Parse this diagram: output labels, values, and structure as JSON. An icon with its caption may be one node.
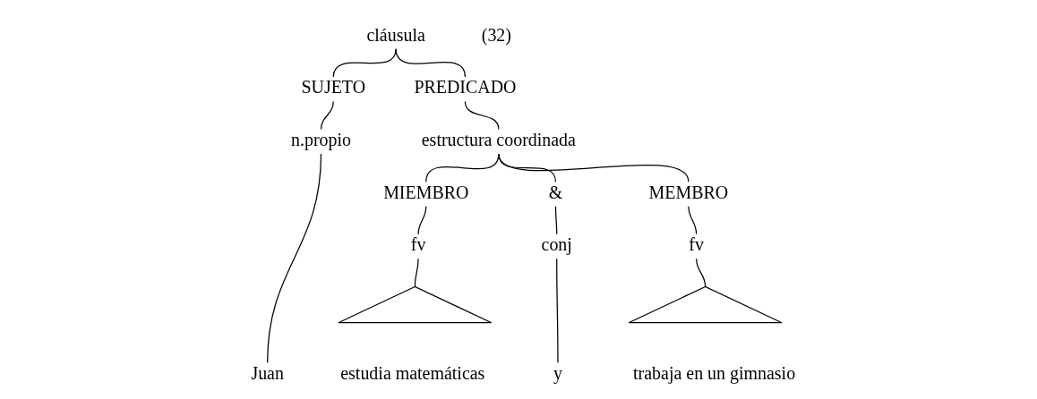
{
  "diagram": {
    "nodes": [
      {
        "text": [
          "cláusula"
        ]
      },
      {
        "text": [
          "SUJETO"
        ]
      },
      {
        "text": [
          "PREDICADO"
        ]
      },
      {
        "text": [
          "n.propio"
        ]
      },
      {
        "text": [
          "estructura coordinada"
        ]
      },
      {
        "text": [
          "MIEMBRO"
        ]
      },
      {
        "text": [
          "&"
        ]
      },
      {
        "text": [
          "MEMBRO"
        ]
      },
      {
        "text": [
          "fv"
        ]
      },
      {
        "text": [
          "conj"
        ]
      },
      {
        "text": [
          "fv"
        ]
      },
      {
        "text": [],
        "shape": "triangle"
      },
      {
        "text": [],
        "shape": "triangle"
      },
      {
        "text": [
          "Juan"
        ]
      },
      {
        "text": [
          "estudia matemáticas"
        ]
      },
      {
        "text": [
          "y"
        ]
      },
      {
        "text": [
          "trabaja en un gimnasio"
        ]
      }
    ],
    "edges": [
      {
        "from": 0,
        "to": 1,
        "arrow": "none"
      },
      {
        "from": 0,
        "to": 2,
        "arrow": "none"
      },
      {
        "from": 1,
        "to": 3,
        "arrow": "none"
      },
      {
        "from": 2,
        "to": 4,
        "arrow": "none"
      },
      {
        "from": 3,
        "to": 13,
        "arrow": "none"
      },
      {
        "from": 4,
        "to": 5,
        "arrow": "none"
      },
      {
        "from": 4,
        "to": 6,
        "arrow": "none"
      },
      {
        "from": 4,
        "to": 7,
        "arrow": "none"
      },
      {
        "from": 5,
        "to": 8,
        "arrow": "none"
      },
      {
        "from": 6,
        "to": 9,
        "arrow": "none"
      },
      {
        "from": 7,
        "to": 10,
        "arrow": "none"
      },
      {
        "from": 8,
        "to": 11,
        "arrow": "none"
      },
      {
        "from": 10,
        "to": 12,
        "arrow": "none"
      },
      {
        "from": 9,
        "to": 15,
        "arrow": "none"
      }
    ],
    "labels": [
      "(32)"
    ]
  }
}
